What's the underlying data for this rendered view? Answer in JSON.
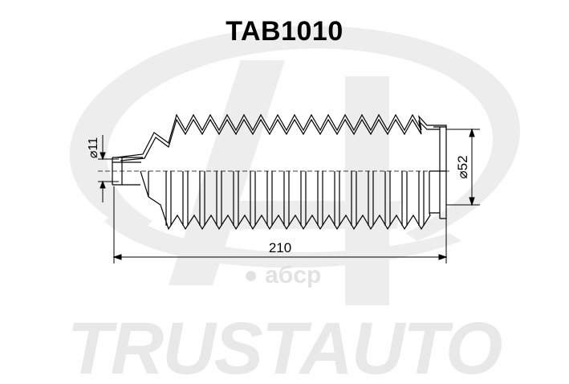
{
  "part": {
    "code": "TAB1010"
  },
  "dimensions": {
    "small_diameter": "⌀11",
    "large_diameter": "⌀52",
    "length": "210"
  },
  "watermark": {
    "brand": "TRUSTAUTO",
    "site": "● aбcp"
  },
  "colors": {
    "ink": "#000000",
    "watermark": "#ededed",
    "background": "#ffffff"
  }
}
